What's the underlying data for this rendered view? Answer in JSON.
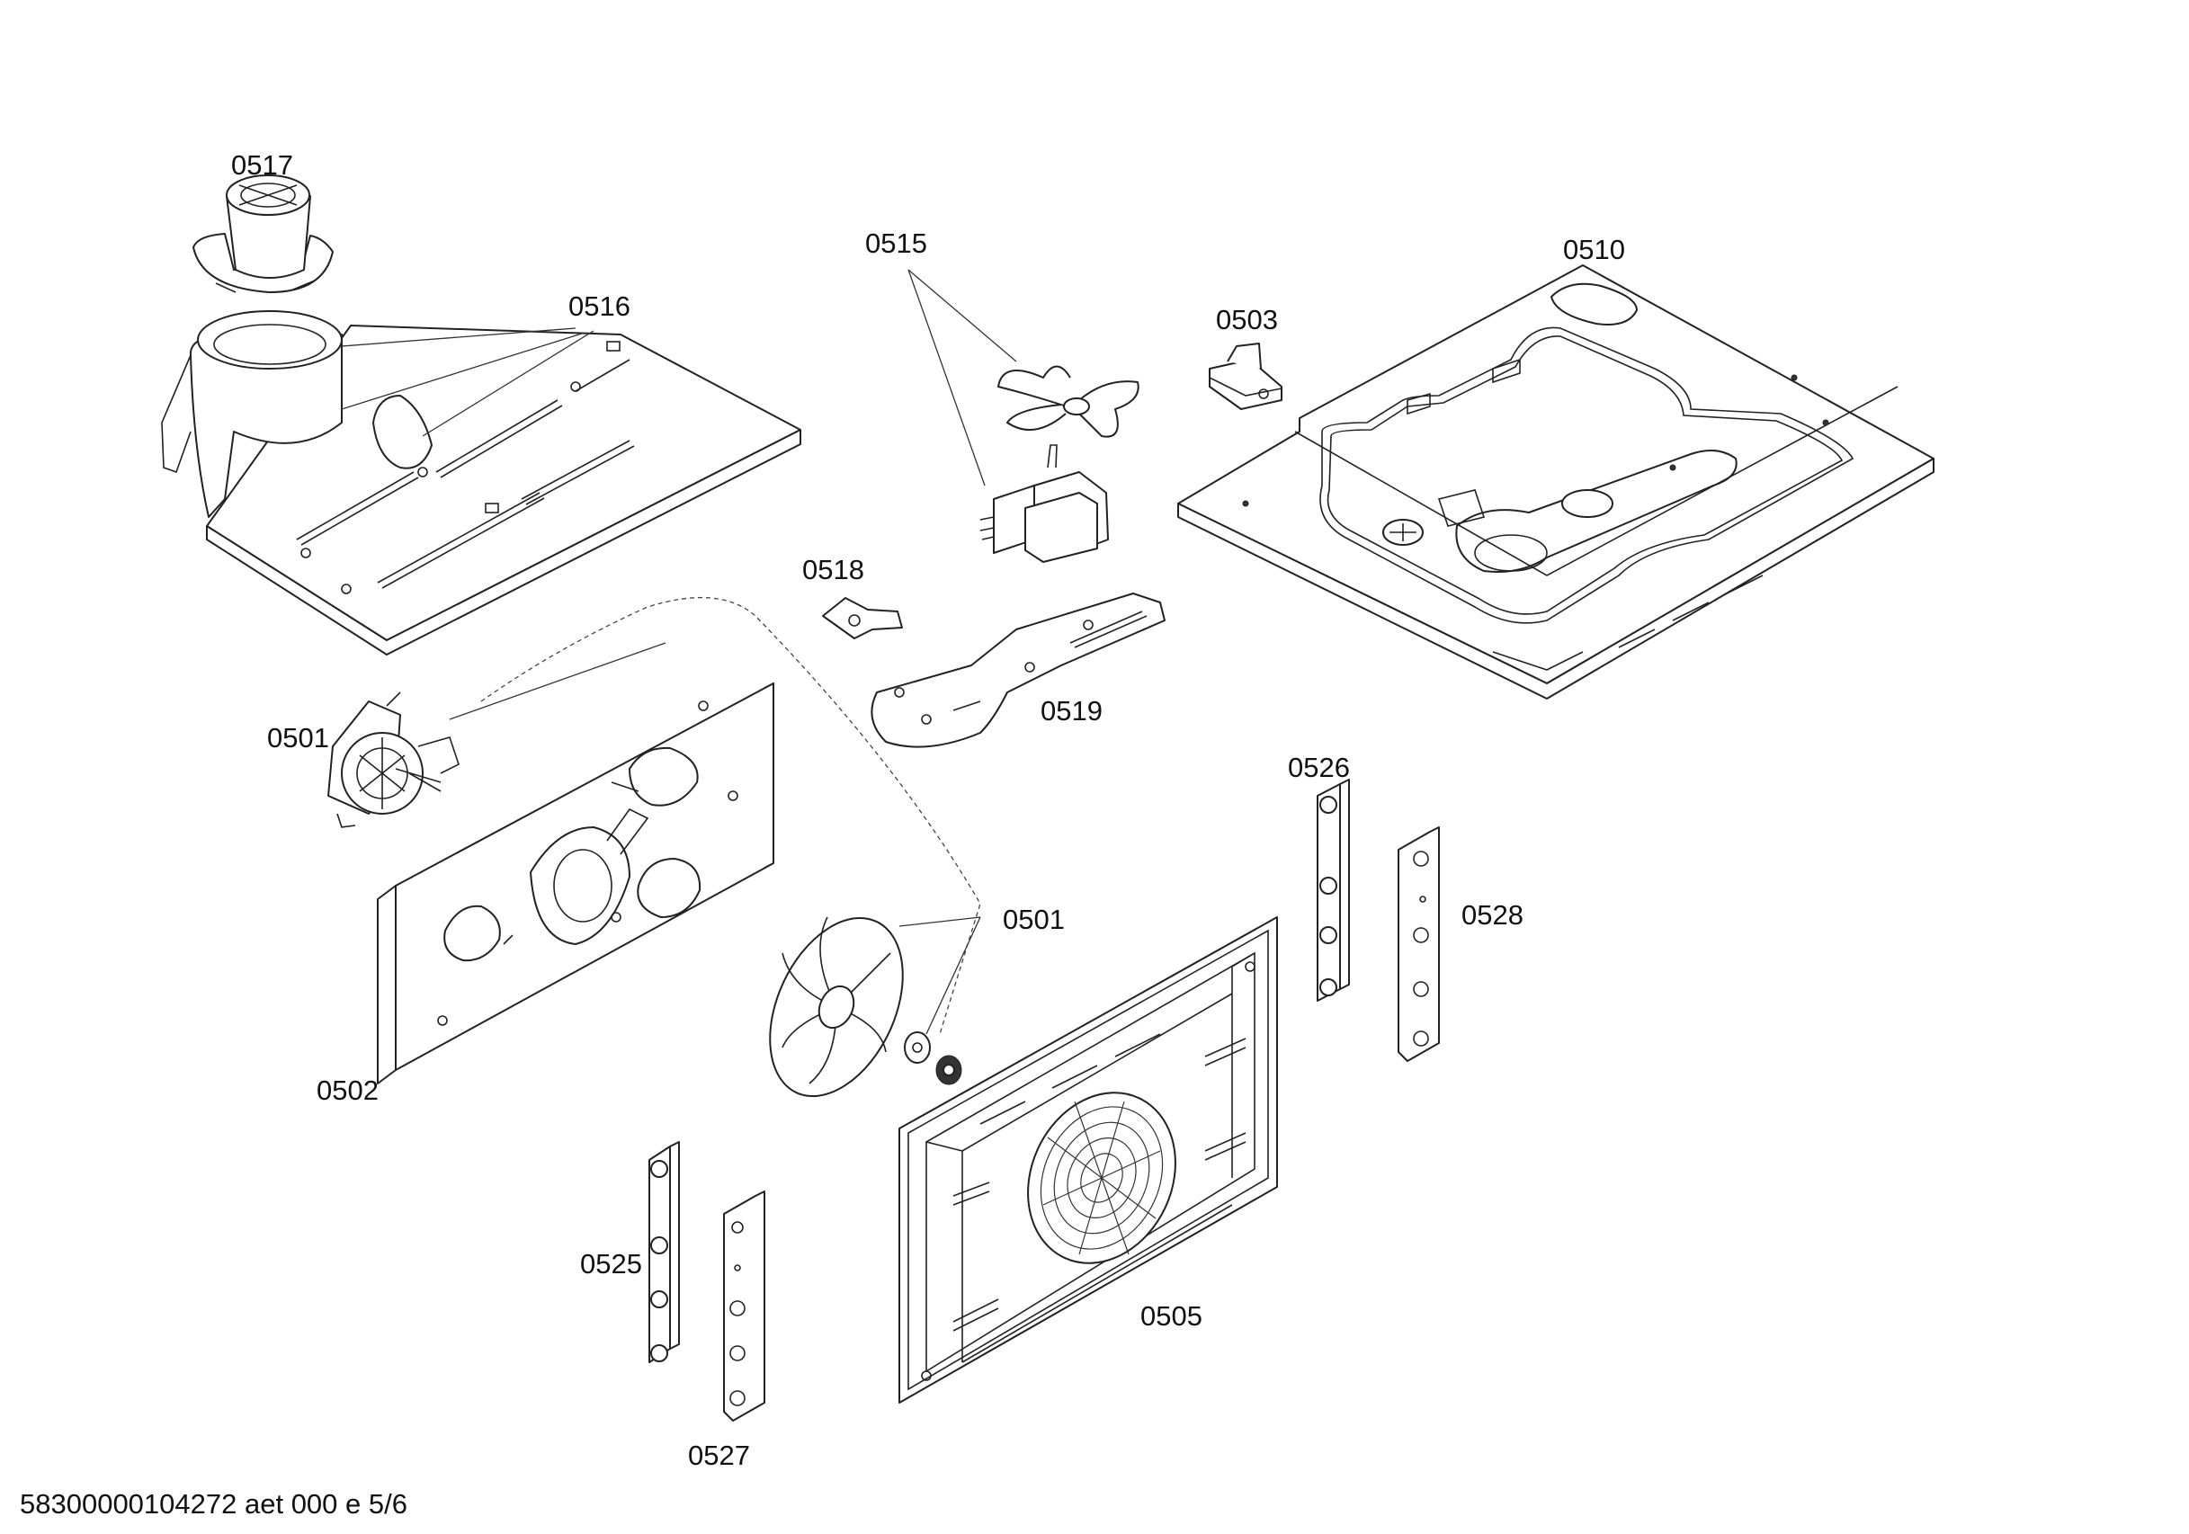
{
  "document": {
    "footer_text": "58300000104272 aet 000 e 5/6"
  },
  "callouts": {
    "p0517": "0517",
    "p0516": "0516",
    "p0515": "0515",
    "p0510": "0510",
    "p0503": "0503",
    "p0518": "0518",
    "p0519": "0519",
    "p0501_motor": "0501",
    "p0501_fan": "0501",
    "p0502": "0502",
    "p0526": "0526",
    "p0528": "0528",
    "p0505": "0505",
    "p0525": "0525",
    "p0527": "0527"
  },
  "colors": {
    "line": "#222222",
    "background": "#ffffff"
  }
}
